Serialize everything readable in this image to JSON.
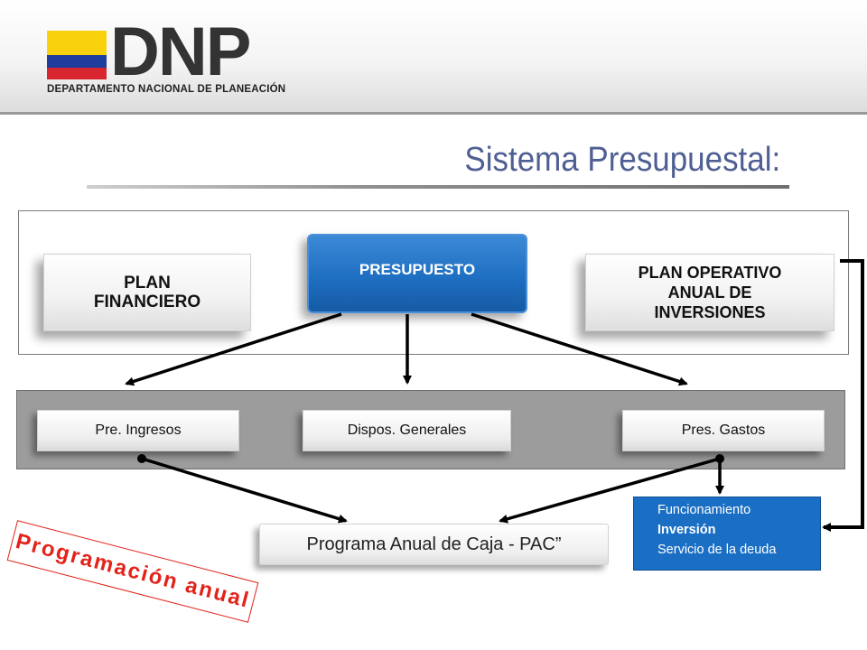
{
  "header": {
    "logo_text": "DNP",
    "logo_subtitle": "DEPARTAMENTO NACIONAL DE PLANEACIÓN",
    "flag_colors": [
      "#f9d10c",
      "#1f3d9c",
      "#d8262e"
    ]
  },
  "title": "Sistema Presupuestal:",
  "top_boxes": {
    "plan_financiero": [
      "PLAN",
      "FINANCIERO"
    ],
    "presupuesto": "PRESUPUESTO",
    "plan_operativo": [
      "PLAN OPERATIVO",
      "ANUAL DE",
      "INVERSIONES"
    ]
  },
  "middle_boxes": {
    "ingresos": "Pre. Ingresos",
    "disposiciones": "Dispos. Generales",
    "gastos": "Pres. Gastos"
  },
  "pac": "Programa Anual de Caja - PAC”",
  "gastos_detail": [
    "Funcionamiento",
    "Inversión",
    "Servicio de la deuda"
  ],
  "stamp": "Programación anual",
  "colors": {
    "title": "#4f5f93",
    "presupuesto_blue": "#1f6fc2",
    "stamp_red": "#e2231a",
    "band_gray": "#9c9c9c"
  }
}
